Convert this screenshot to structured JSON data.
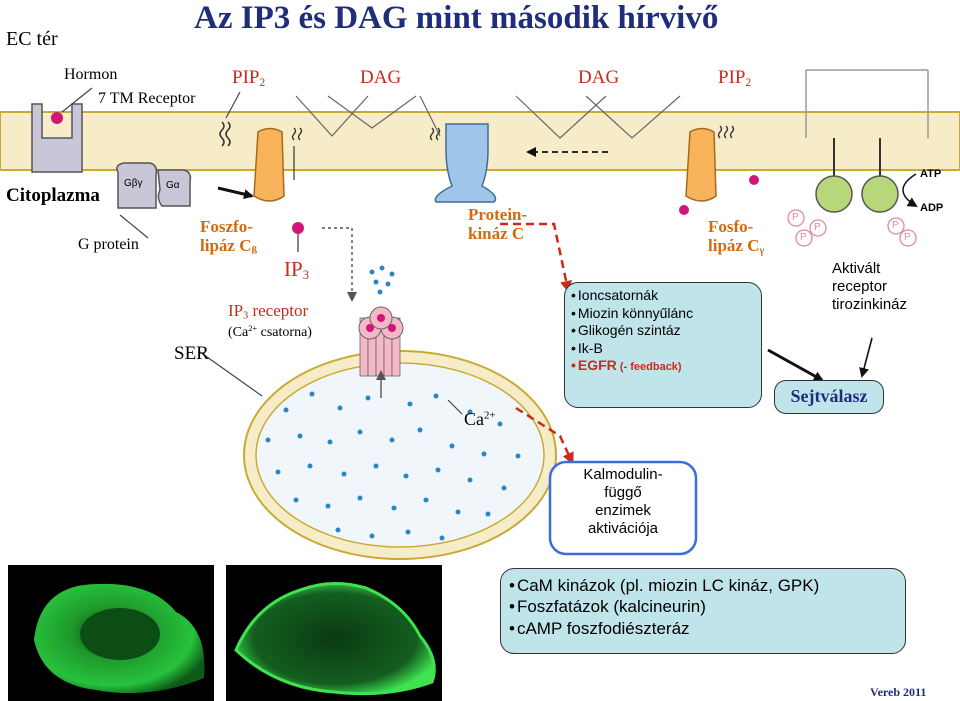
{
  "title": "Az IP3 és DAG mint második hírvivő",
  "labels": {
    "ec_space": "EC tér",
    "hormone": "Hormon",
    "receptor_7tm": "7 TM Receptor",
    "pip2_left_main": "PIP",
    "pip2_left_sub": "2",
    "dag_left": "DAG",
    "dag_right": "DAG",
    "pip2_right_main": "PIP",
    "pip2_right_sub": "2",
    "cytoplasm": "Citoplazma",
    "g_protein": "G protein",
    "g_beta_gamma": "Gβγ",
    "g_alpha": "Gα",
    "plc_beta_line1": "Foszfo-",
    "plc_beta_line2": "lipáz C",
    "plc_beta_sub": "ß",
    "ip3_main": "IP",
    "ip3_sub": "3",
    "ip3_receptor_main": "IP",
    "ip3_receptor_sub": "3",
    "ip3_receptor_rest": " receptor",
    "ca_channel_pre": "(Ca",
    "ca_channel_sup": "2+",
    "ca_channel_post": " csatorna)",
    "ser": "SER",
    "pkc_line1": "Protein-",
    "pkc_line2": "kináz C",
    "ca_main": "Ca",
    "ca_sup": "2+",
    "plc_gamma_line1": "Fosfo-",
    "plc_gamma_line2": "lipáz C",
    "plc_gamma_sub": "γ",
    "atp": "ATP",
    "adp": "ADP",
    "p_label": "P",
    "activated_receptor_line1": "Aktivált",
    "activated_receptor_line2": "receptor",
    "activated_receptor_line3": "tirozinkináz",
    "cell_response": "Sejtválasz",
    "calmodulin_line1": "Kalmodulin-",
    "calmodulin_line2": "függő",
    "calmodulin_line3": "enzimek",
    "calmodulin_line4": "aktivációja",
    "credit": "Vereb 2011"
  },
  "pkc_targets": [
    {
      "text": "Ioncsatornák"
    },
    {
      "text": "Miozin könnyűlánc"
    },
    {
      "text": "Glikogén szintáz"
    },
    {
      "text": "Ik-B"
    },
    {
      "text": "EGFR",
      "note": " (- feedback)"
    }
  ],
  "cam_targets": [
    "CaM kinázok (pl. miozin LC kináz, GPK)",
    "Foszfatázok (kalcineurin)",
    "cAMP foszfodiészteráz"
  ],
  "colors": {
    "title": "#1f2d7a",
    "red_text": "#cc2a1a",
    "orange_text": "#d46a10",
    "membrane_band": "#f6ecc7",
    "membrane_edge": "#c8aa33",
    "er_fill": "#f0f6f9",
    "ca_dot": "#2b86c4",
    "receptor_gray": "#c9c6d8",
    "enzyme_orange": "#f8b45a",
    "pkc_blue": "#9fc6e8",
    "tk_green": "#b7d77a",
    "ligand_magenta": "#d0167a",
    "box_teal": "#bfe4ea",
    "cam_border": "#3b6fd8",
    "arrow_red": "#cc2a1a",
    "micrograph_green": "#27c23c"
  }
}
